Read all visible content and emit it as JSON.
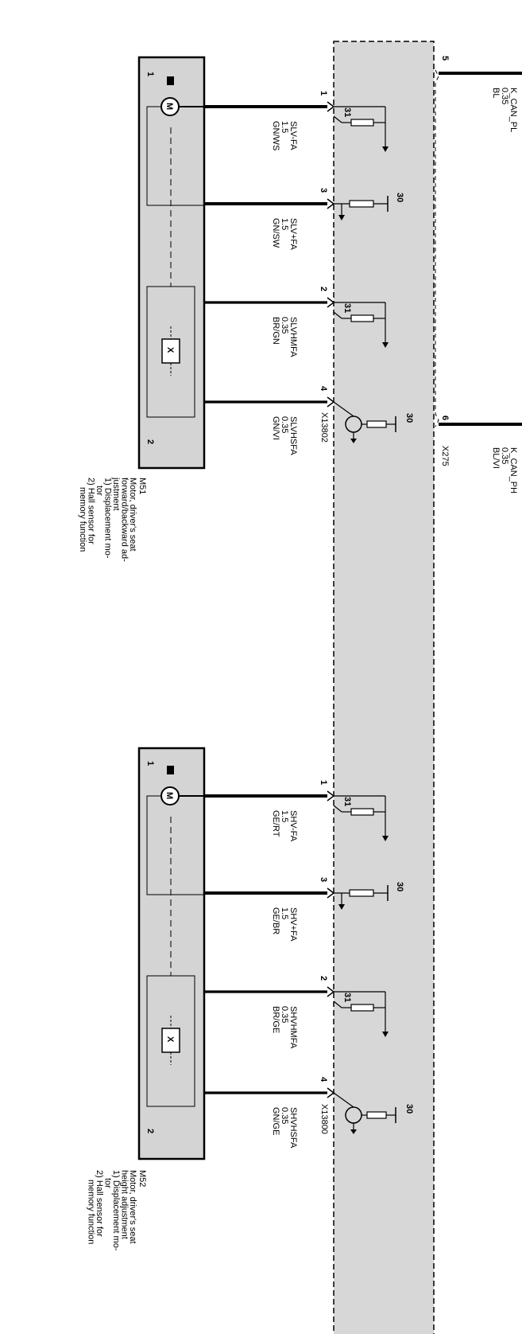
{
  "bus": {
    "top_pin": "5",
    "top_signal": "K_CAN_PL",
    "top_size": "0.35",
    "top_color": "BL",
    "bottom_pin": "6",
    "bottom_signal": "K_CAN_PH",
    "bottom_size": "0.35",
    "bottom_color": "BL/VI",
    "connector": "X275"
  },
  "motor1": {
    "id": "M51",
    "description_lines": [
      "Motor, driver's seat",
      "forward/backward ad-",
      "justment",
      "1) Displacement mo-",
      "tor",
      "2) Hall sensor for",
      "memory function"
    ],
    "part1": "1",
    "part2": "2",
    "connector": "X13802",
    "wires": [
      {
        "pin": "1",
        "signal": "SLV-FA",
        "size": "1.5",
        "color": "GN/WS",
        "supply": "31"
      },
      {
        "pin": "3",
        "signal": "SLV+FA",
        "size": "1.5",
        "color": "GN/SW",
        "supply": "30"
      },
      {
        "pin": "2",
        "signal": "SLVHMFA",
        "size": "0.35",
        "color": "BR/GN",
        "supply": "31"
      },
      {
        "pin": "4",
        "signal": "SLVHSFA",
        "size": "0.35",
        "color": "GN/VI",
        "supply": "30"
      }
    ]
  },
  "motor2": {
    "id": "M52",
    "description_lines": [
      "Motor, driver's seat",
      "height adjustment",
      "1) Displacement mo-",
      "tor",
      "2) Hall sensor for",
      "memory function"
    ],
    "part1": "1",
    "part2": "2",
    "connector": "X13800",
    "wires": [
      {
        "pin": "1",
        "signal": "SHV-FA",
        "size": "1.5",
        "color": "GE/RT",
        "supply": "31"
      },
      {
        "pin": "3",
        "signal": "SHV+FA",
        "size": "1.5",
        "color": "GE/BR",
        "supply": "30"
      },
      {
        "pin": "2",
        "signal": "SHVHMFA",
        "size": "0.35",
        "color": "BR/GE",
        "supply": "31"
      },
      {
        "pin": "4",
        "signal": "SHVHSFA",
        "size": "0.35",
        "color": "GN/GE",
        "supply": "30"
      }
    ]
  },
  "colors": {
    "module_fill": "#d7d7d7",
    "box_fill": "#d4d4d4",
    "line": "#000000"
  }
}
